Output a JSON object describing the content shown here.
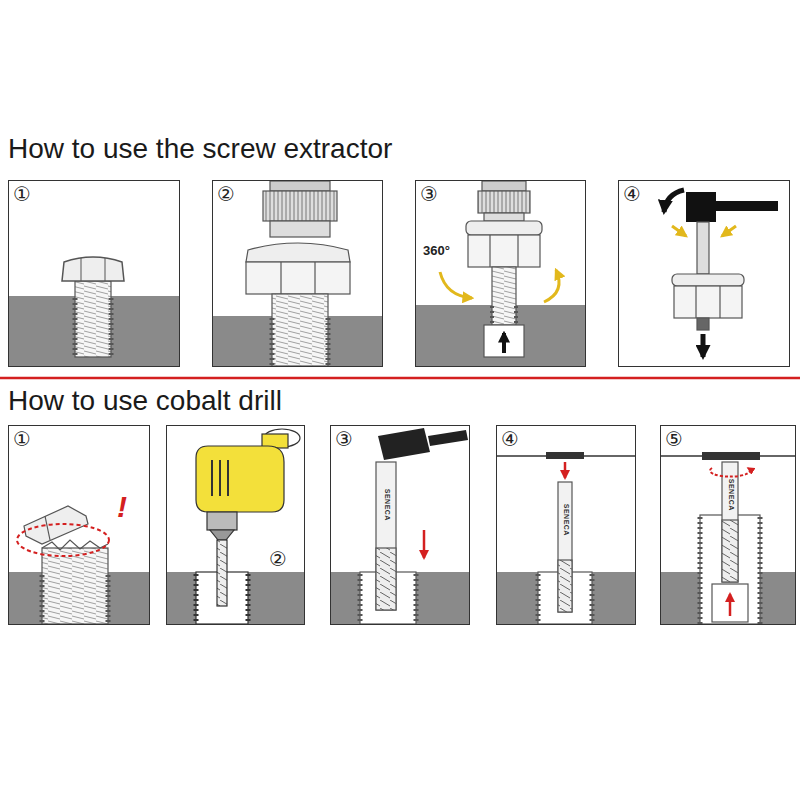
{
  "diagram": {
    "nodes": [
      {
        "text": [
          "①"
        ]
      },
      {
        "text": [
          "②"
        ]
      },
      {
        "text": [
          "③"
        ]
      },
      {
        "text": [
          "④"
        ]
      },
      {
        "text": [
          "①"
        ]
      },
      {
        "text": [
          "②"
        ]
      },
      {
        "text": [
          "③"
        ]
      },
      {
        "text": [
          "④"
        ]
      },
      {
        "text": [
          "⑤"
        ]
      }
    ],
    "labels": [
      "How to use the screw extractor",
      "360°",
      "How to use cobalt drill",
      "!",
      "SENECA",
      "SENECA",
      "SENECA"
    ]
  }
}
